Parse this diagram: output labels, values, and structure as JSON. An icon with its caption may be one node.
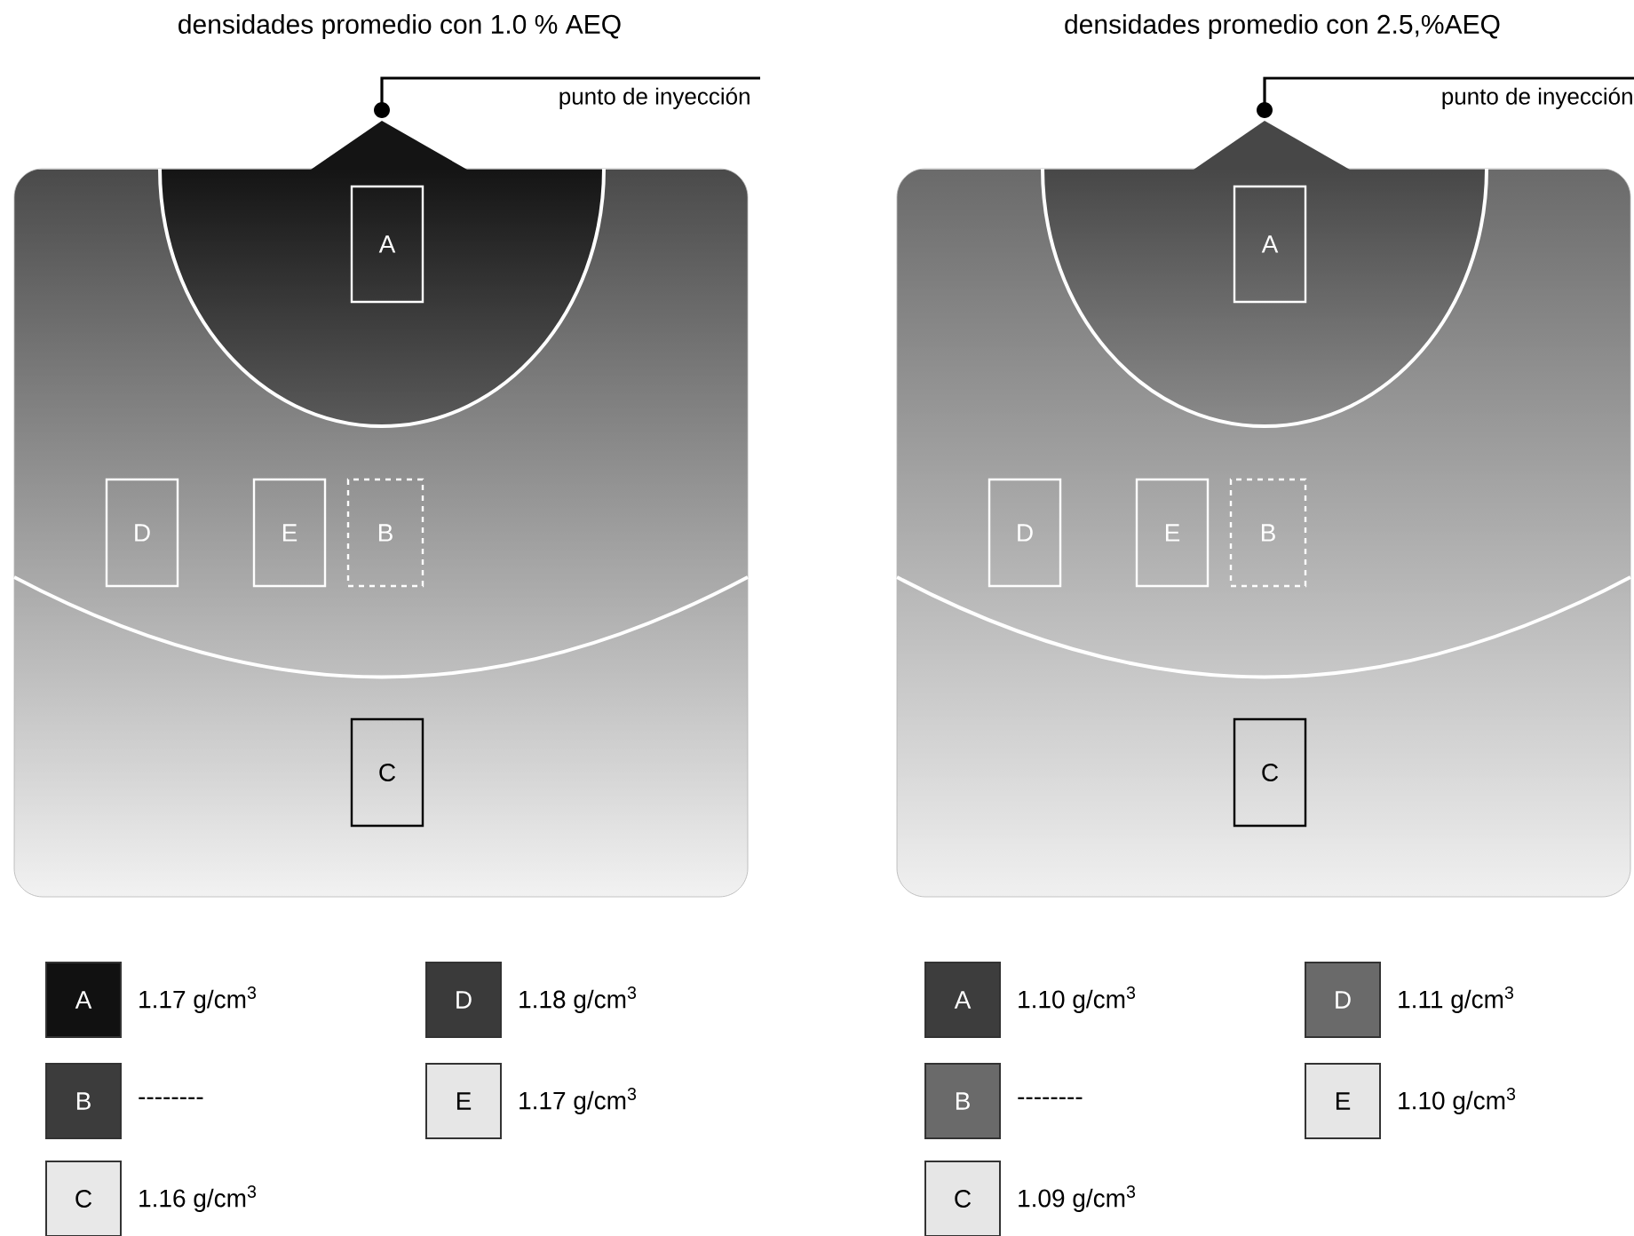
{
  "diagram": {
    "nodes": [
      {
        "text": [],
        "shape": "box"
      },
      {
        "text": [
          "A"
        ],
        "in": 0
      },
      {
        "text": [
          "D"
        ],
        "in": 0
      },
      {
        "text": [
          "E"
        ],
        "in": 0
      },
      {
        "text": [
          "B"
        ],
        "in": 0
      },
      {
        "text": [
          "C"
        ],
        "in": 0
      },
      {
        "text": [],
        "shape": "circle"
      },
      {
        "text": [
          "punto de inyección"
        ]
      },
      {
        "text": [],
        "shape": "box"
      },
      {
        "text": [
          "A"
        ],
        "in": 8
      },
      {
        "text": [
          "D"
        ],
        "in": 8
      },
      {
        "text": [
          "E"
        ],
        "in": 8
      },
      {
        "text": [
          "B"
        ],
        "in": 8
      },
      {
        "text": [
          "C"
        ],
        "in": 8
      },
      {
        "text": [],
        "shape": "circle"
      },
      {
        "text": [
          "punto de inyección"
        ]
      }
    ],
    "edges": [
      {
        "from": 7,
        "to": 6,
        "arrow": "none"
      },
      {
        "from": 15,
        "to": 14,
        "arrow": "none"
      }
    ],
    "labels": [
      "densidades promedio con 1.0 % AEQ",
      "densidades promedio con 2.5,%AEQ",
      "A",
      "D",
      "B",
      "E",
      "C",
      "A",
      "D",
      "B",
      "E",
      "C"
    ],
    "legend": [
      {
        "text": "1.17 g/cm$^{3}$",
        "color": "#111111"
      },
      {
        "text": "1.18 g/cm$^{3}$",
        "color": "#3a3a3a"
      },
      {
        "text": "--------",
        "color": "#3c3c3c"
      },
      {
        "text": "1.17 g/cm$^{3}$",
        "color": "#e6e6e6"
      },
      {
        "text": "1.16 g/cm$^{3}$",
        "color": "#e8e8e8"
      },
      {
        "text": "1.10 g/cm$^{3}$",
        "color": "#3d3d3d"
      },
      {
        "text": "1.11 g/cm$^{3}$",
        "color": "#6a6a6a"
      },
      {
        "text": "--------",
        "color": "#6a6a6a"
      },
      {
        "text": "1.10 g/cm$^{3}$",
        "color": "#e6e6e6"
      },
      {
        "text": "1.09 g/cm$^{3}$",
        "color": "#e6e6e6"
      }
    ]
  }
}
